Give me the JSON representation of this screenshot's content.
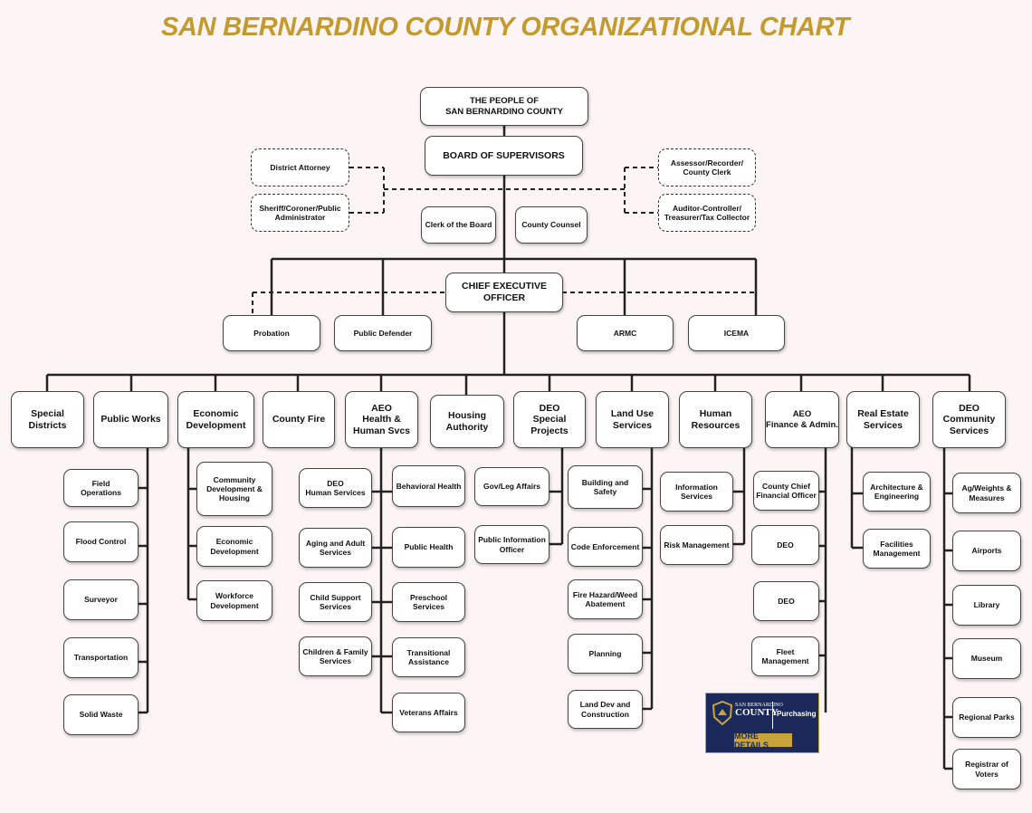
{
  "title": "SAN BERNARDINO COUNTY ORGANIZATIONAL CHART",
  "nodes": {
    "people": "THE PEOPLE OF\nSAN BERNARDINO COUNTY",
    "board": "BOARD OF SUPERVISORS",
    "district_attorney": "District Attorney",
    "sheriff": "Sheriff/Coroner/Public\nAdministrator",
    "assessor": "Assessor/Recorder/\nCounty Clerk",
    "auditor": "Auditor-Controller/\nTreasurer/Tax Collector",
    "clerk_board": "Clerk of the Board",
    "county_counsel": "County Counsel",
    "ceo": "CHIEF EXECUTIVE\nOFFICER",
    "probation": "Probation",
    "public_defender": "Public Defender",
    "armc": "ARMC",
    "icema": "ICEMA",
    "special_districts": "Special\nDistricts",
    "public_works": "Public Works",
    "economic_development": "Economic\nDevelopment",
    "county_fire": "County Fire",
    "aeo_health": "AEO\nHealth &\nHuman Svcs",
    "housing_authority": "Housing\nAuthority",
    "deo_special": "DEO\nSpecial\nProjects",
    "land_use": "Land Use\nServices",
    "human_resources": "Human\nResources",
    "aeo_finance": "AEO\nFinance & Admin.",
    "real_estate": "Real Estate\nServices",
    "deo_community": "DEO\nCommunity\nServices",
    "field_operations": "Field\nOperations",
    "flood_control": "Flood Control",
    "surveyor": "Surveyor",
    "transportation": "Transportation",
    "solid_waste": "Solid Waste",
    "community_dev_housing": "Community\nDevelopment &\nHousing",
    "economic_development_sub": "Economic\nDevelopment",
    "workforce_development": "Workforce\nDevelopment",
    "deo_human_services": "DEO\nHuman Services",
    "aging_adult": "Aging and Adult\nServices",
    "child_support": "Child Support\nServices",
    "children_family": "Children & Family\nServices",
    "behavioral_health": "Behavioral Health",
    "public_health": "Public Health",
    "preschool": "Preschool\nServices",
    "transitional": "Transitional\nAssistance",
    "veterans": "Veterans Affairs",
    "gov_leg": "Gov/Leg Affairs",
    "pio": "Public Information\nOfficer",
    "building_safety": "Building and\nSafety",
    "code_enforcement": "Code Enforcement",
    "fire_hazard": "Fire Hazard/Weed\nAbatement",
    "planning": "Planning",
    "land_dev": "Land Dev and\nConstruction",
    "information_services": "Information\nServices",
    "risk_management": "Risk Management",
    "cfo": "County Chief\nFinancial Officer",
    "deo_1": "DEO",
    "deo_2": "DEO",
    "fleet": "Fleet\nManagement",
    "architecture": "Architecture &\nEngineering",
    "facilities": "Facilities\nManagement",
    "ag_weights": "Ag/Weights &\nMeasures",
    "airports": "Airports",
    "library": "Library",
    "museum": "Museum",
    "regional_parks": "Regional Parks",
    "registrar": "Registrar of\nVoters"
  },
  "promo": {
    "small": "SAN BERNARDINO",
    "county": "COUNTY",
    "purchasing": "Purchasing",
    "button": "MORE DETAILS"
  },
  "colors": {
    "title": "#c49a2c",
    "promo_bg": "#1b2a5a",
    "promo_gold": "#c9a43a"
  }
}
